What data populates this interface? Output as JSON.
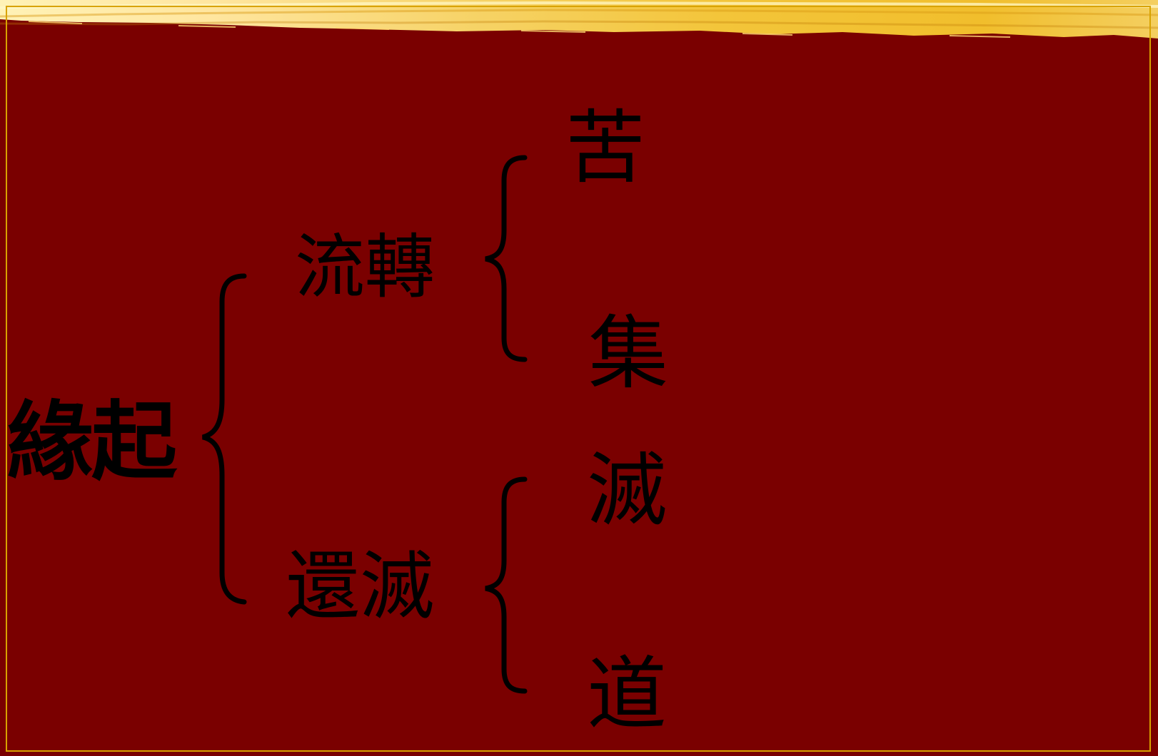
{
  "diagram": {
    "root": "緣起",
    "branches": [
      {
        "label": "流轉",
        "children": [
          "苦",
          "集"
        ]
      },
      {
        "label": "還滅",
        "children": [
          "滅",
          "道"
        ]
      }
    ]
  },
  "colors": {
    "background": "#7a0000",
    "text": "#000000",
    "border": "#d8a300",
    "brush_gold": "#f1be2c",
    "brush_highlight": "#fff0a0"
  }
}
